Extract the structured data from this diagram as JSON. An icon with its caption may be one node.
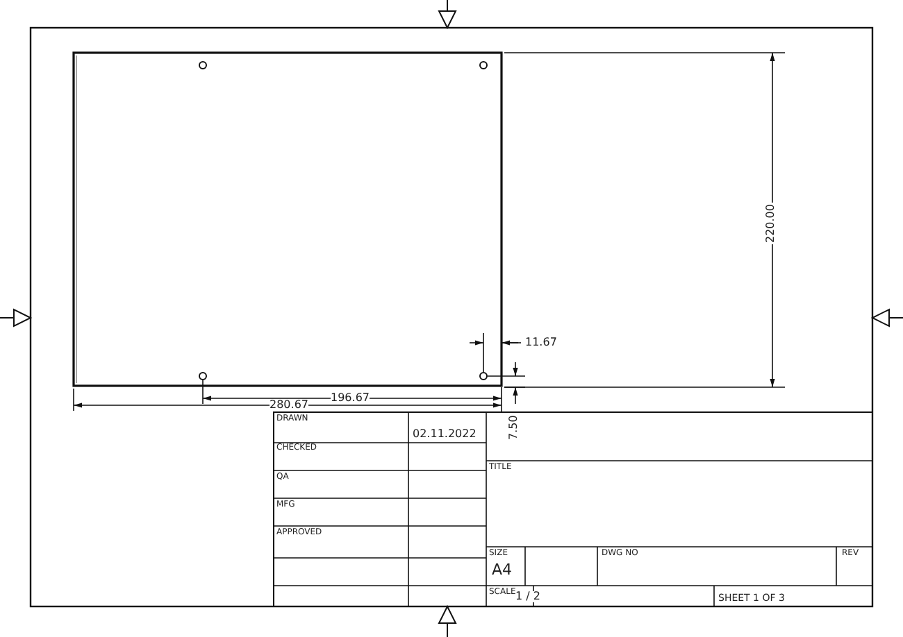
{
  "diagram": {
    "labels": [
      "220.00",
      "11.67",
      "196.67",
      "280.67",
      "7.50",
      "DRAWN",
      "02.11.2022",
      "CHECKED",
      "TITLE",
      "QA",
      "MFG",
      "APPROVED",
      "SIZE",
      "A4",
      "DWG NO",
      "REV",
      "SCALE",
      "1 / 2",
      "SHEET 1 OF 3"
    ]
  }
}
